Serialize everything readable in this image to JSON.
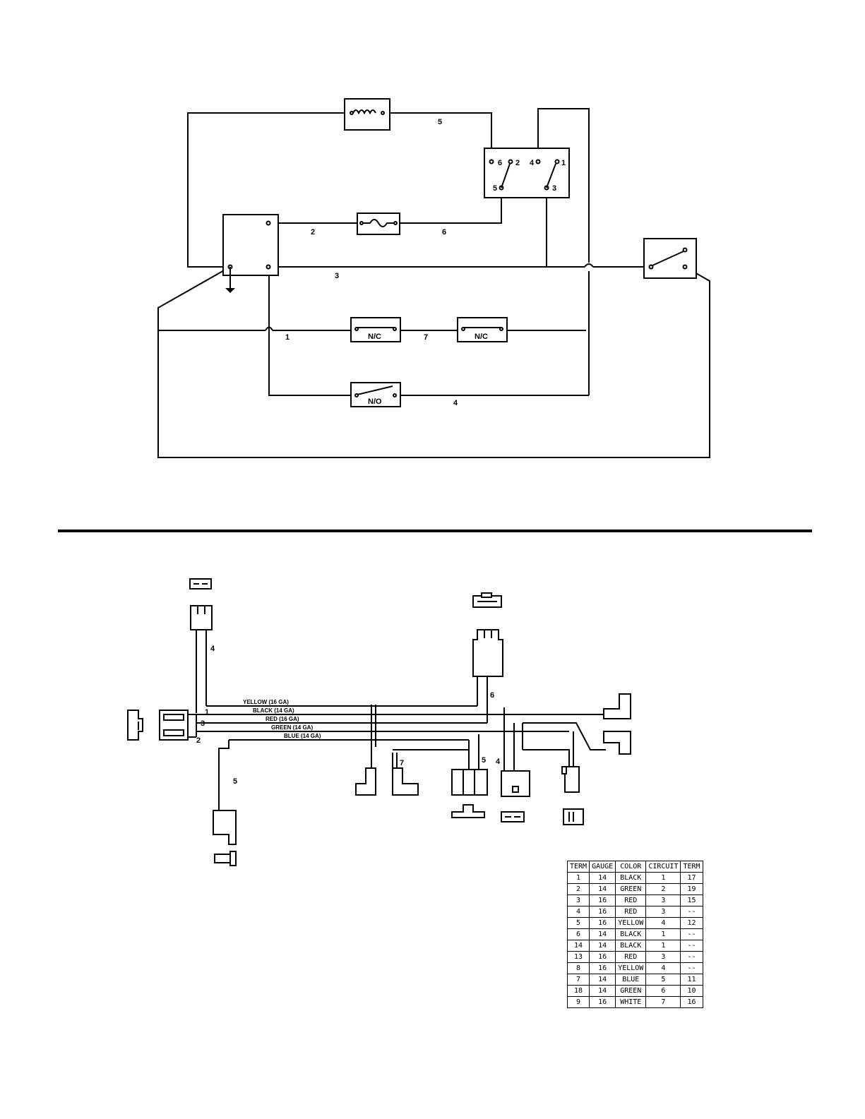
{
  "schematic": {
    "wire_numbers": [
      "5",
      "2",
      "6",
      "3",
      "1",
      "7",
      "4"
    ],
    "relay_pins": [
      "6",
      "2",
      "4",
      "1",
      "5",
      "3"
    ],
    "switch_nc_1": "N/C",
    "switch_nc_2": "N/C",
    "switch_no": "N/O"
  },
  "harness": {
    "wires": [
      {
        "label": "YELLOW (16 GA)",
        "color": "#000000"
      },
      {
        "label": "BLACK (14 GA)",
        "color": "#000000"
      },
      {
        "label": "RED (16 GA)",
        "color": "#000000"
      },
      {
        "label": "GREEN (14 GA)",
        "color": "#000000"
      },
      {
        "label": "BLUE (14 GA)",
        "color": "#000000"
      }
    ],
    "numbers": [
      "4",
      "1",
      "3",
      "2",
      "5",
      "6",
      "7",
      "5",
      "4"
    ]
  },
  "table": {
    "headers": [
      "TERM",
      "GAUGE",
      "COLOR",
      "CIRCUIT",
      "TERM"
    ],
    "rows": [
      [
        "1",
        "14",
        "BLACK",
        "1",
        "17"
      ],
      [
        "2",
        "14",
        "GREEN",
        "2",
        "19"
      ],
      [
        "3",
        "16",
        "RED",
        "3",
        "15"
      ],
      [
        "4",
        "16",
        "RED",
        "3",
        "--"
      ],
      [
        "5",
        "16",
        "YELLOW",
        "4",
        "12"
      ],
      [
        "6",
        "14",
        "BLACK",
        "1",
        "--"
      ],
      [
        "14",
        "14",
        "BLACK",
        "1",
        "--"
      ],
      [
        "13",
        "16",
        "RED",
        "3",
        "--"
      ],
      [
        "8",
        "16",
        "YELLOW",
        "4",
        "--"
      ],
      [
        "7",
        "14",
        "BLUE",
        "5",
        "11"
      ],
      [
        "18",
        "14",
        "GREEN",
        "6",
        "10"
      ],
      [
        "9",
        "16",
        "WHITE",
        "7",
        "16"
      ]
    ]
  }
}
